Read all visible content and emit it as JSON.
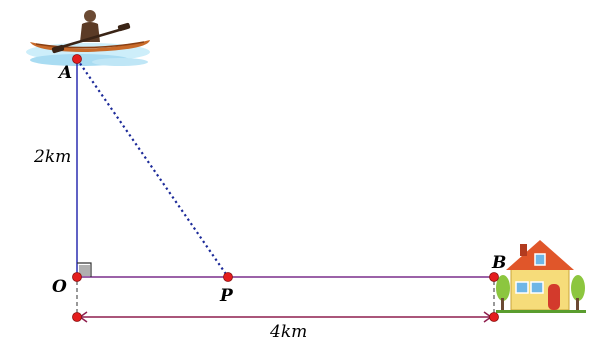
{
  "points": {
    "A": "A",
    "O": "O",
    "P": "P",
    "B": "B"
  },
  "distances": {
    "vertical": "2km",
    "horizontal": "4km"
  },
  "colors": {
    "vertical_line": "#2b2fb0",
    "ground_line": "#7a2e8c",
    "dotted_line": "#1c2a99",
    "point_fill": "#e41d1d",
    "measure_line": "#8e1e4e",
    "water": "#a9dcf2",
    "boat": "#c86a2a"
  }
}
